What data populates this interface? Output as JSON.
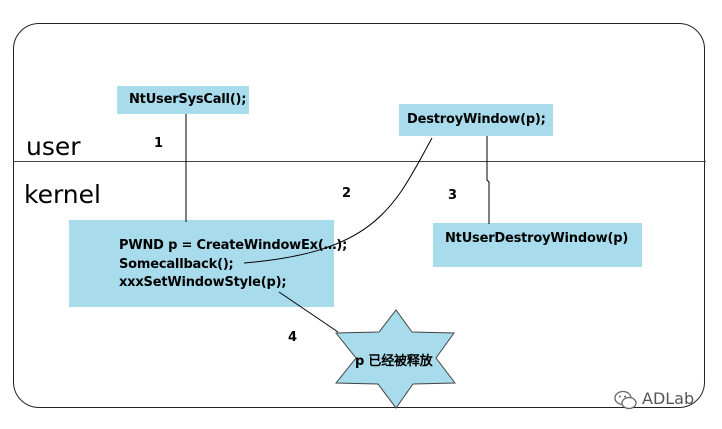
{
  "zones": {
    "user": "user",
    "kernel": "kernel"
  },
  "boxes": {
    "syscall": "NtUserSysCall();",
    "destroy": "DestroyWindow(p);",
    "nt_destroy": "NtUserDestroyWindow(p)",
    "kernel_code": [
      "PWND p = CreateWindowEx(…);",
      "Somecallback();",
      "xxxSetWindowStyle(p);"
    ]
  },
  "steps": [
    "1",
    "2",
    "3",
    "4"
  ],
  "star_label": "p 已经被释放",
  "watermark": "ADLab",
  "colors": {
    "box_fill": "#a8dcec",
    "frame": "#222222",
    "line": "#000000"
  }
}
